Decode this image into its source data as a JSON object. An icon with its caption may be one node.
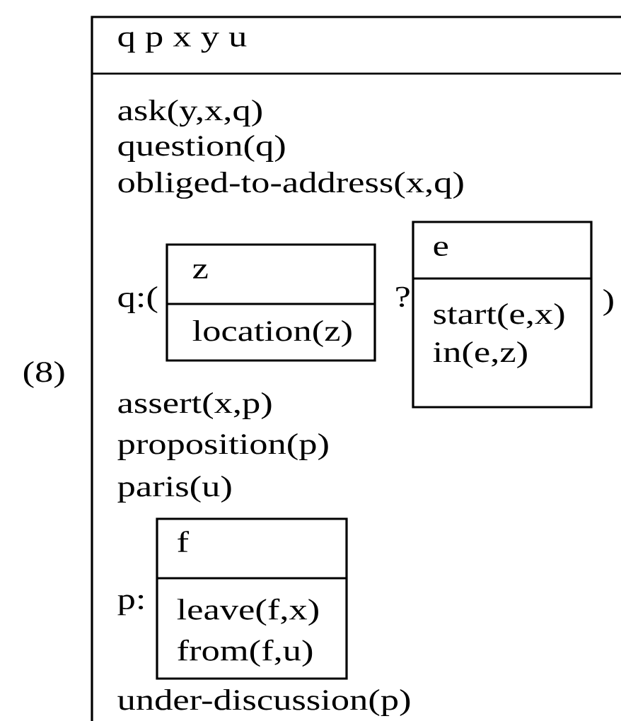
{
  "diagram": {
    "nodes": [
      {
        "text": [
          "q p x y u",
          "ask(y,x,q)",
          "question(q)",
          "obliged-to-address(x,q)",
          "assert(x,p)",
          "proposition(p)",
          "paris(u)",
          "under-discussion(p)"
        ]
      },
      {
        "text": [
          "z",
          "location(z)"
        ],
        "in": 0
      },
      {
        "text": [
          "e",
          "start(e,x)",
          "in(e,z)"
        ],
        "in": 0
      },
      {
        "text": [
          "f",
          "leave(f,x)",
          "from(f,u)"
        ],
        "in": 0
      }
    ],
    "labels": [
      "q:(",
      "?",
      ")",
      "(8)",
      "p:"
    ]
  }
}
